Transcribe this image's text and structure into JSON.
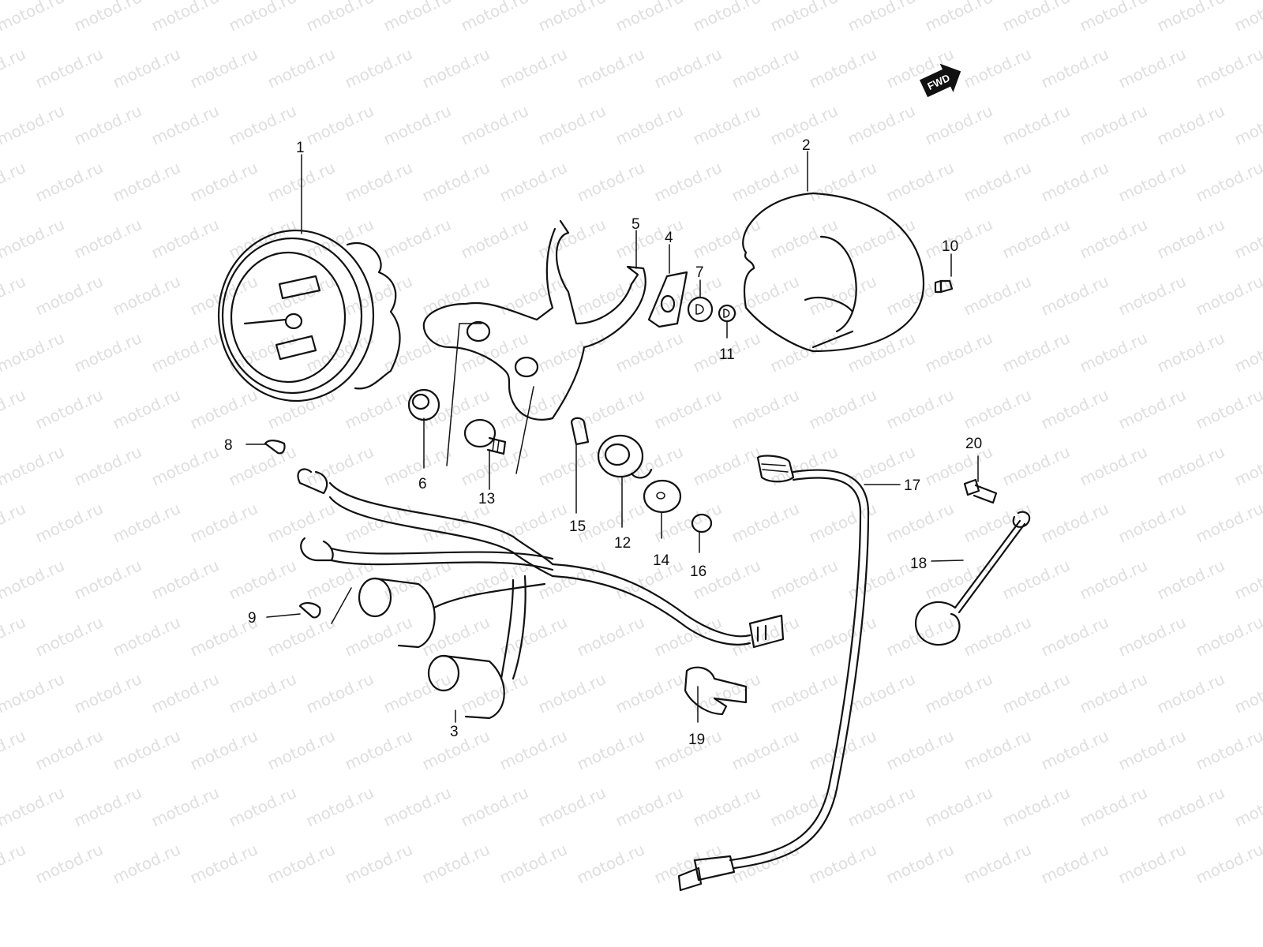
{
  "watermark": {
    "text": "motod.ru"
  },
  "direction_marker": {
    "label": "FWD"
  },
  "callouts": [
    {
      "number": "1"
    },
    {
      "number": "2"
    },
    {
      "number": "3"
    },
    {
      "number": "4"
    },
    {
      "number": "5"
    },
    {
      "number": "6"
    },
    {
      "number": "7"
    },
    {
      "number": "8"
    },
    {
      "number": "9"
    },
    {
      "number": "10"
    },
    {
      "number": "11"
    },
    {
      "number": "12"
    },
    {
      "number": "13"
    },
    {
      "number": "14"
    },
    {
      "number": "15"
    },
    {
      "number": "16"
    },
    {
      "number": "17"
    },
    {
      "number": "18"
    },
    {
      "number": "19"
    },
    {
      "number": "20"
    }
  ]
}
